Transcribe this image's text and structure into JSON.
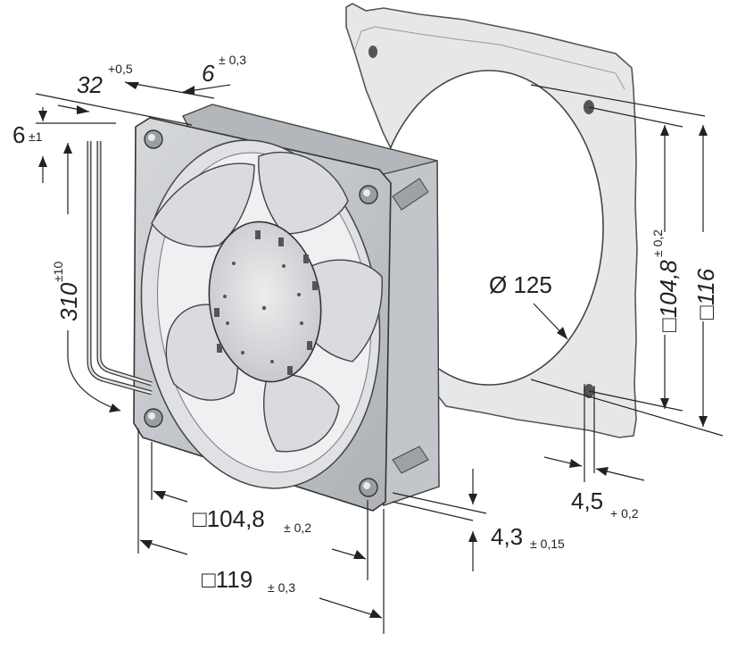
{
  "dimensions": {
    "depth": {
      "value": "32",
      "tol": "+0,5"
    },
    "flange": {
      "value": "6",
      "tol": "± 0,3"
    },
    "lead_offset": {
      "value": "6",
      "tol": "±1"
    },
    "lead_length": {
      "value": "310",
      "tol": "±10"
    },
    "hole_bottom": {
      "value": "□104,8",
      "tol": "± 0,2"
    },
    "size_bottom": {
      "value": "□119",
      "tol": "± 0,3"
    },
    "hole_depth": {
      "value": "4,3",
      "tol": "± 0,15"
    },
    "slot": {
      "value": "4,5",
      "tol": "+ 0,2"
    },
    "opening": {
      "value": "Ø 125"
    },
    "hole_right": {
      "value": "□104,8",
      "tol": "± 0,2"
    },
    "size_right": {
      "value": "□116"
    }
  },
  "colors": {
    "fan_frame": "#c9ccd1",
    "fan_blade": "#d9dbdf",
    "guard_plate": "#e6e7e9",
    "line": "#222222"
  }
}
